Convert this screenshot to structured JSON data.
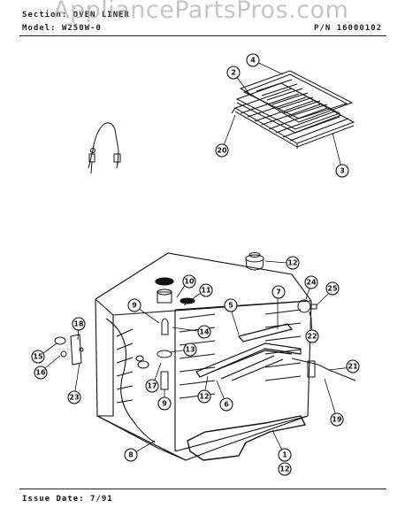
{
  "header": {
    "section_label": "Section:",
    "section_value": "OVEN LINER",
    "model_label": "Model:",
    "model_value": "W250W-0",
    "part_label": "P/N",
    "part_value": "16000102"
  },
  "watermark": "AppliancePartsPros.com",
  "footer": {
    "issue_label": "Issue Date:",
    "issue_value": "7/91"
  },
  "callouts": [
    "1",
    "2",
    "3",
    "4",
    "5",
    "6",
    "7",
    "8",
    "9",
    "9",
    "10",
    "11",
    "12",
    "12",
    "12",
    "13",
    "14",
    "15",
    "16",
    "17",
    "18",
    "19",
    "20",
    "21",
    "22",
    "23",
    "24",
    "25"
  ],
  "colors": {
    "ink": "#111111",
    "watermark": "#969696"
  }
}
